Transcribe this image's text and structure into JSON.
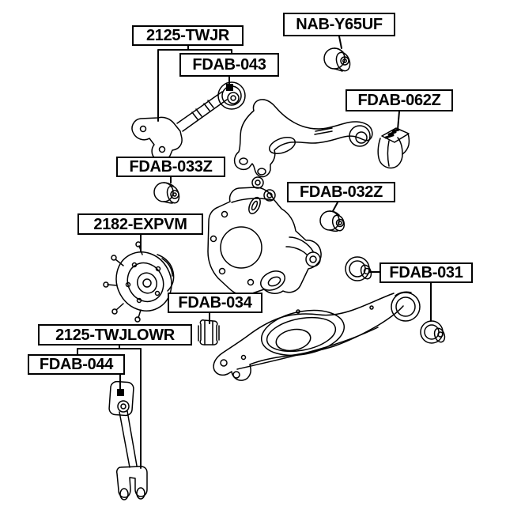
{
  "colors": {
    "background": "#ffffff",
    "line": "#000000"
  },
  "labels": [
    {
      "id": "2125-twjr",
      "text": "2125-TWJR"
    },
    {
      "id": "nab-y65uf",
      "text": "NAB-Y65UF"
    },
    {
      "id": "fdab-043",
      "text": "FDAB-043"
    },
    {
      "id": "fdab-062z",
      "text": "FDAB-062Z"
    },
    {
      "id": "fdab-033z",
      "text": "FDAB-033Z"
    },
    {
      "id": "fdab-032z",
      "text": "FDAB-032Z"
    },
    {
      "id": "2182-expvm",
      "text": "2182-EXPVM"
    },
    {
      "id": "fdab-031",
      "text": "FDAB-031"
    },
    {
      "id": "fdab-034",
      "text": "FDAB-034"
    },
    {
      "id": "2125-twjlowr",
      "text": "2125-TWJLOWR"
    },
    {
      "id": "fdab-044",
      "text": "FDAB-044"
    }
  ]
}
